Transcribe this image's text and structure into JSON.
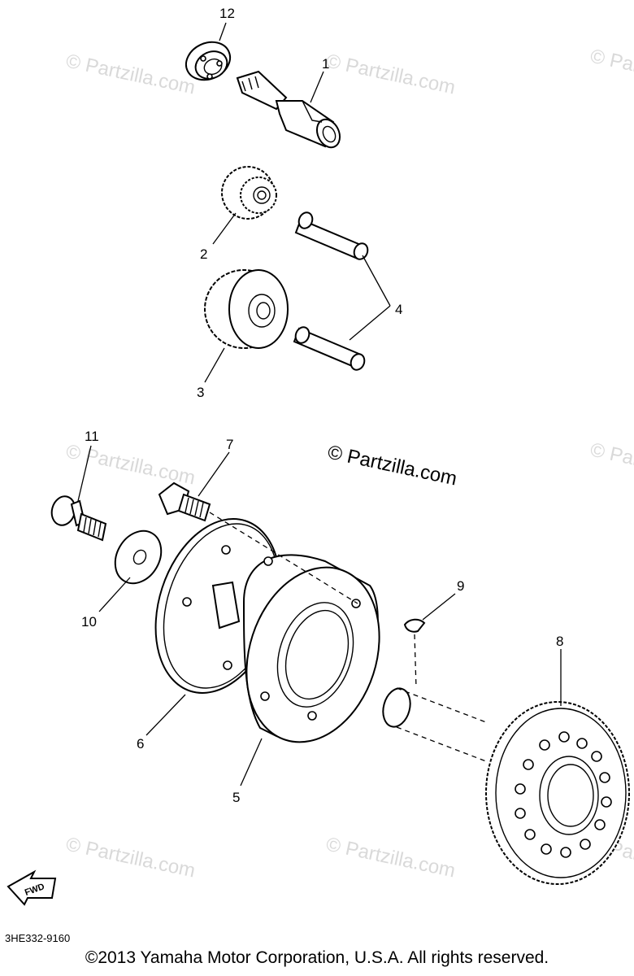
{
  "watermarks": {
    "faint": "© Partzilla.com",
    "main": "© Partzilla.com"
  },
  "callouts": {
    "c1": "1",
    "c2": "2",
    "c3": "3",
    "c4": "4",
    "c5": "5",
    "c6": "6",
    "c7": "7",
    "c8": "8",
    "c9": "9",
    "c10": "10",
    "c11": "11",
    "c12": "12"
  },
  "fwd_label": "FWD",
  "diagram_code": "3HE332-9160",
  "copyright": "©2013 Yamaha Motor Corporation, U.S.A. All rights reserved."
}
